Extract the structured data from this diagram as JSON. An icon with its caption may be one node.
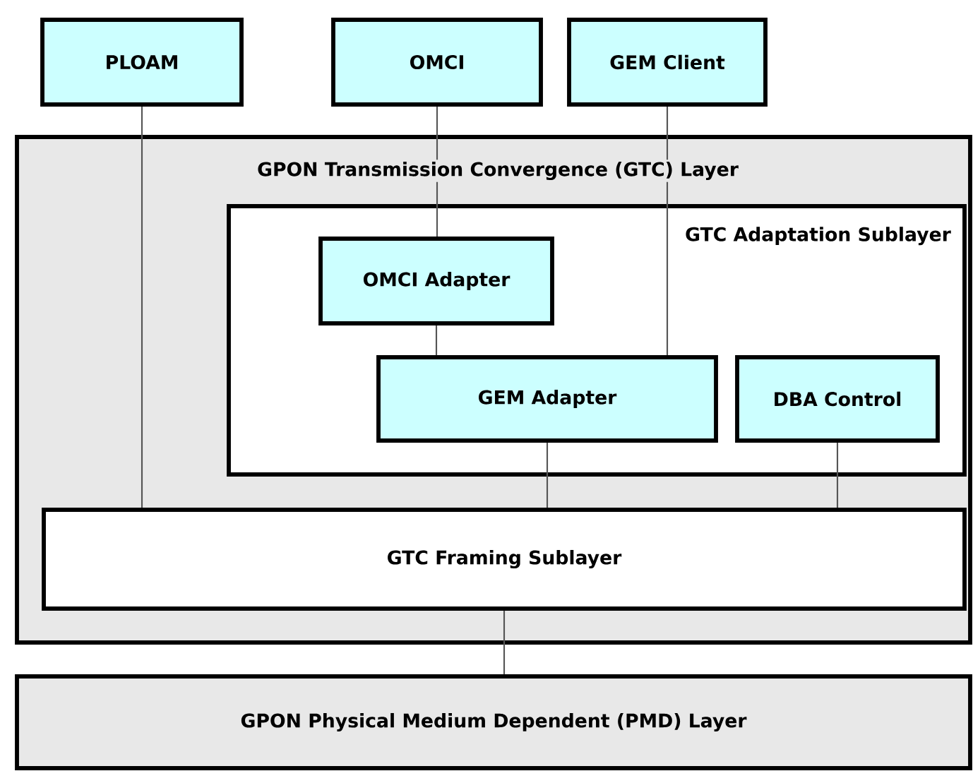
{
  "diagram": {
    "nodes": [
      {
        "text": [
          "PLOAM"
        ]
      },
      {
        "text": [
          "OMCI"
        ]
      },
      {
        "text": [
          "GEM Client"
        ]
      },
      {
        "text": [
          "GPON Transmission Convergence (GTC) Layer"
        ]
      },
      {
        "text": [
          "GTC Adaptation Sublayer"
        ],
        "in": 3
      },
      {
        "text": [
          "OMCI Adapter"
        ],
        "in": 4
      },
      {
        "text": [
          "GEM Adapter"
        ],
        "in": 4
      },
      {
        "text": [
          "DBA Control"
        ],
        "in": 4
      },
      {
        "text": [
          "GTC Framing Sublayer"
        ],
        "in": 3
      },
      {
        "text": [
          "GPON Physical Medium Dependent (PMD) Layer"
        ]
      }
    ],
    "edges": [
      {
        "from": 0,
        "to": 8,
        "arrow": "none"
      },
      {
        "from": 1,
        "to": 5,
        "arrow": "none"
      },
      {
        "from": 2,
        "to": 6,
        "arrow": "none"
      },
      {
        "from": 5,
        "to": 6,
        "arrow": "none"
      },
      {
        "from": 6,
        "to": 8,
        "arrow": "none"
      },
      {
        "from": 7,
        "to": 8,
        "arrow": "none"
      },
      {
        "from": 8,
        "to": 9,
        "arrow": "none"
      }
    ]
  }
}
